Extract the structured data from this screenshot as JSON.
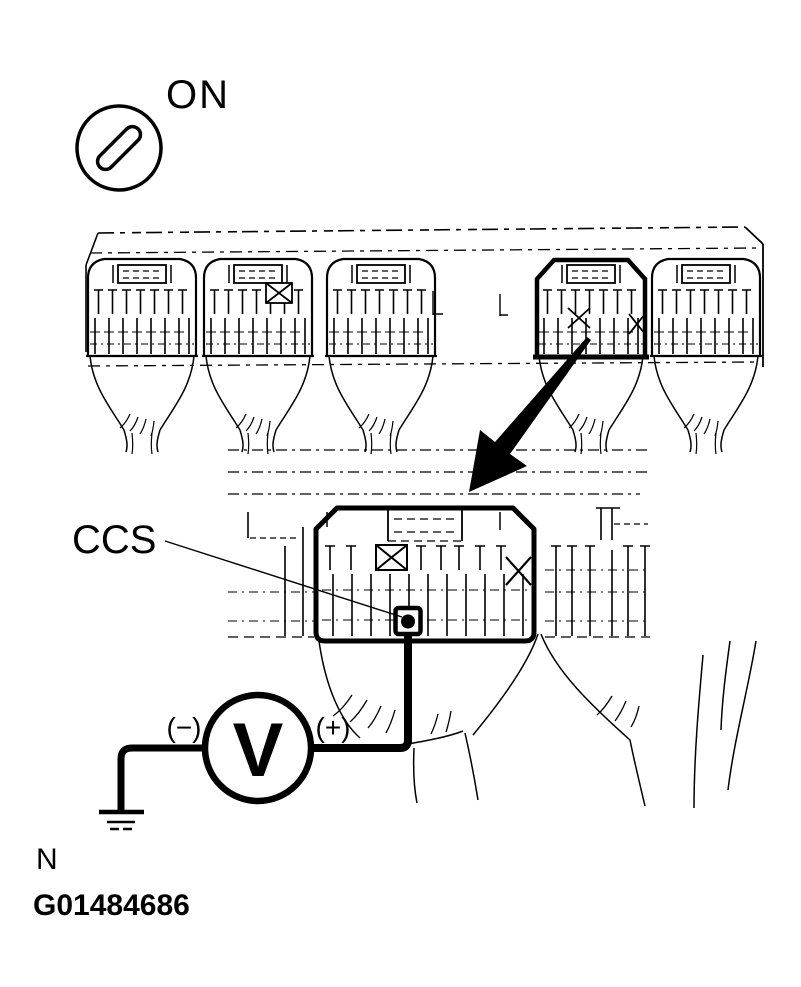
{
  "figure": {
    "ignition_state_label": "ON",
    "terminal_label": "CCS",
    "voltmeter_symbol": "V",
    "negative_probe_label": "(−)",
    "positive_probe_label": "(+)",
    "note_label": "N",
    "figure_id": "G01484686"
  },
  "icons": {
    "ignition_key_icon": "circle-with-key-slot",
    "voltmeter_icon": "circled-V",
    "ground_icon": "earth-ground-strokes",
    "zoom_arrow_icon": "tapered-black-arrow",
    "ccs_terminal_marker": "boxed-dot"
  },
  "colors": {
    "ink": "#000000",
    "background": "#ffffff"
  }
}
